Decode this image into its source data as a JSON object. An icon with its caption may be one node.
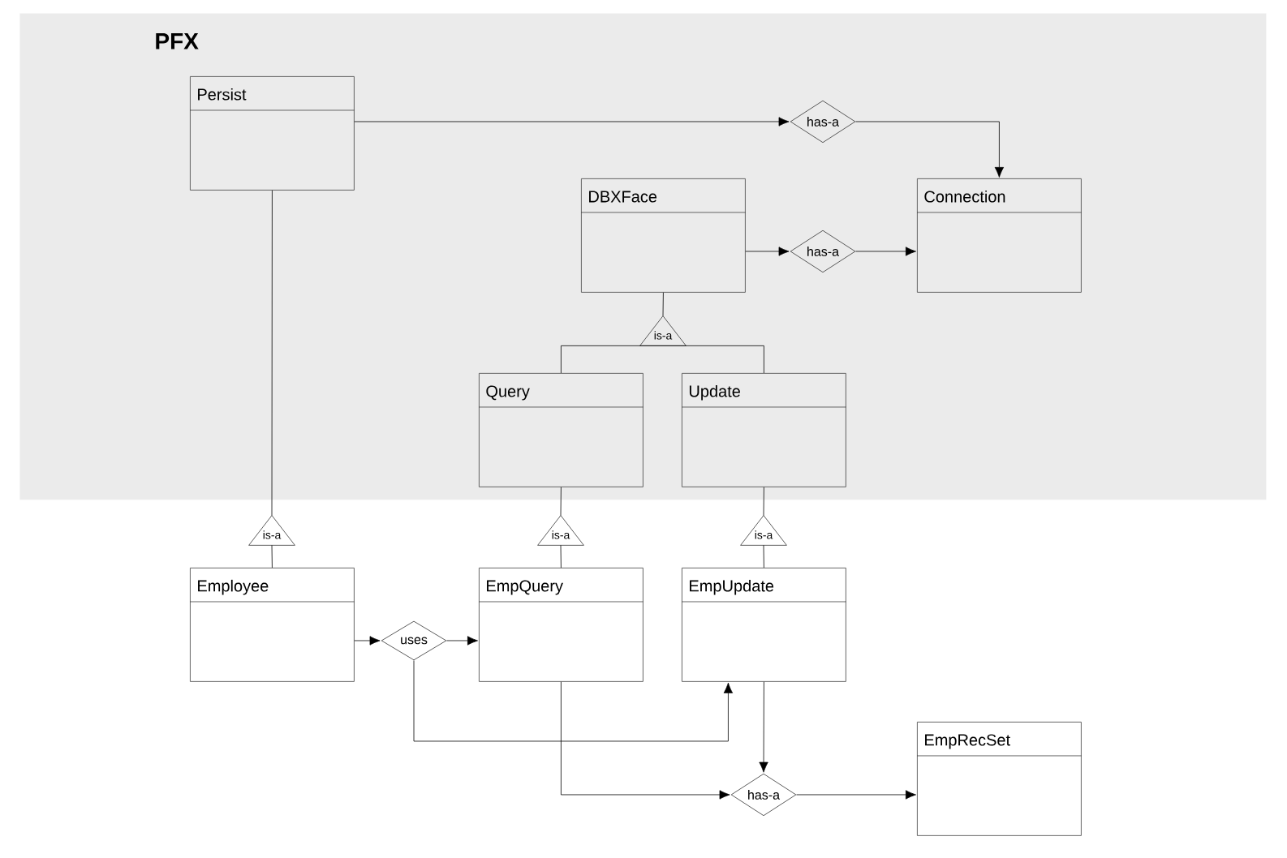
{
  "diagram": {
    "nodes": [
      {
        "text": [
          "PFX"
        ]
      },
      {
        "text": [
          "Persist"
        ],
        "in": 0
      },
      {
        "text": [
          "has-a"
        ],
        "in": 0
      },
      {
        "text": [
          "Connection"
        ],
        "in": 0
      },
      {
        "text": [
          "DBXFace"
        ],
        "in": 0
      },
      {
        "text": [
          "has-a"
        ],
        "in": 0
      },
      {
        "text": [
          "is-a"
        ],
        "in": 0
      },
      {
        "text": [
          "Query"
        ],
        "in": 0
      },
      {
        "text": [
          "Update"
        ],
        "in": 0
      },
      {
        "text": [
          "is-a"
        ]
      },
      {
        "text": [
          "Employee"
        ]
      },
      {
        "text": [
          "is-a"
        ]
      },
      {
        "text": [
          "EmpQuery"
        ]
      },
      {
        "text": [
          "is-a"
        ]
      },
      {
        "text": [
          "EmpUpdate"
        ]
      },
      {
        "text": [
          "uses"
        ]
      },
      {
        "text": [
          "has-a"
        ]
      },
      {
        "text": [
          "EmpRecSet"
        ]
      }
    ],
    "edges": [
      {
        "from": 1,
        "to": 2,
        "arrow": "to"
      },
      {
        "from": 2,
        "to": 3,
        "arrow": "to"
      },
      {
        "from": 4,
        "to": 5,
        "arrow": "to"
      },
      {
        "from": 5,
        "to": 3,
        "arrow": "to"
      },
      {
        "from": 4,
        "to": 6,
        "arrow": "none"
      },
      {
        "from": 6,
        "to": 7,
        "arrow": "none"
      },
      {
        "from": 6,
        "to": 8,
        "arrow": "none"
      },
      {
        "from": 1,
        "to": 9,
        "arrow": "none"
      },
      {
        "from": 9,
        "to": 10,
        "arrow": "none"
      },
      {
        "from": 7,
        "to": 11,
        "arrow": "none"
      },
      {
        "from": 11,
        "to": 12,
        "arrow": "none"
      },
      {
        "from": 8,
        "to": 13,
        "arrow": "none"
      },
      {
        "from": 13,
        "to": 14,
        "arrow": "none"
      },
      {
        "from": 10,
        "to": 15,
        "arrow": "to"
      },
      {
        "from": 15,
        "to": 12,
        "arrow": "to"
      },
      {
        "from": 15,
        "to": 14,
        "arrow": "to"
      },
      {
        "from": 12,
        "to": 16,
        "arrow": "to"
      },
      {
        "from": 14,
        "to": 16,
        "arrow": "to"
      },
      {
        "from": 16,
        "to": 17,
        "arrow": "to"
      }
    ]
  }
}
